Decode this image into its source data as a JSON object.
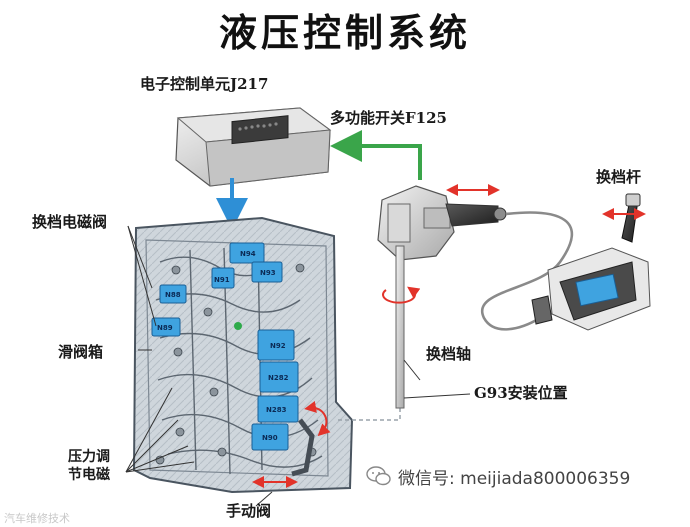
{
  "title": "液压控制系统",
  "labels": {
    "ecu": "电子控制单元J217",
    "switch": "多功能开关F125",
    "lever": "换档杆",
    "solenoid": "换档电磁阀",
    "valve_body": "滑阀箱",
    "shaft": "换档轴",
    "g93": "G93安装位置",
    "pressure_line1": "压力调",
    "pressure_line2": "节电磁",
    "manual_valve": "手动阀"
  },
  "valve_tags": [
    "N88",
    "N89",
    "N94",
    "N91",
    "N92",
    "N90",
    "N93",
    "N282",
    "N283"
  ],
  "watermark": {
    "main": "微信号: meijiada800006359",
    "corner": "汽车维修技术"
  },
  "colors": {
    "arrow_blue": "#2e8fd6",
    "arrow_green": "#3aa54a",
    "arrow_red": "#e2332a",
    "solenoid_blue": "#3fa3e0"
  }
}
